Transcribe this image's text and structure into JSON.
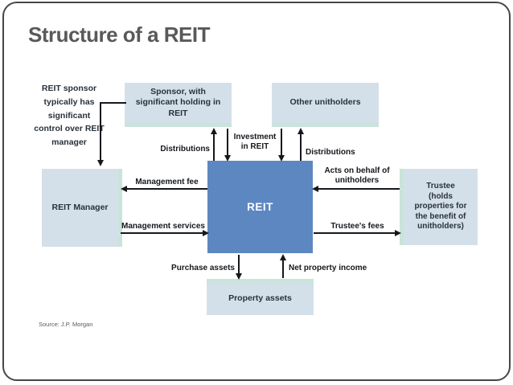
{
  "slide": {
    "title": "Structure of a REIT",
    "source": "Source: J.P. Morgan"
  },
  "colors": {
    "reit_box_fill": "#5d87c1",
    "light_box_fill": "#d4e0e9",
    "accent_strip": "#c9e4da",
    "title_text": "#595959",
    "diagram_text": "#28313c",
    "arrow": "#15181d"
  },
  "diagram": {
    "boxes": {
      "sponsor": "Sponsor, with significant holding in REIT",
      "other_unitholders": "Other unitholders",
      "reit_manager": "REIT Manager",
      "reit": "REIT",
      "trustee_title": "Trustee",
      "trustee_subtitle": "(holds properties for the benefit of unitholders)",
      "property_assets": "Property assets"
    },
    "labels": {
      "sponsor_note": "REIT sponsor typically has significant control over REIT manager",
      "distributions_left": "Distributions",
      "investment_in_reit": "Investment in REIT",
      "distributions_right": "Distributions",
      "management_fee": "Management fee",
      "management_services": "Management services",
      "acts_on_behalf": "Acts on behalf of unitholders",
      "trustees_fees": "Trustee's fees",
      "purchase_assets": "Purchase assets",
      "net_property_income": "Net property income"
    }
  }
}
